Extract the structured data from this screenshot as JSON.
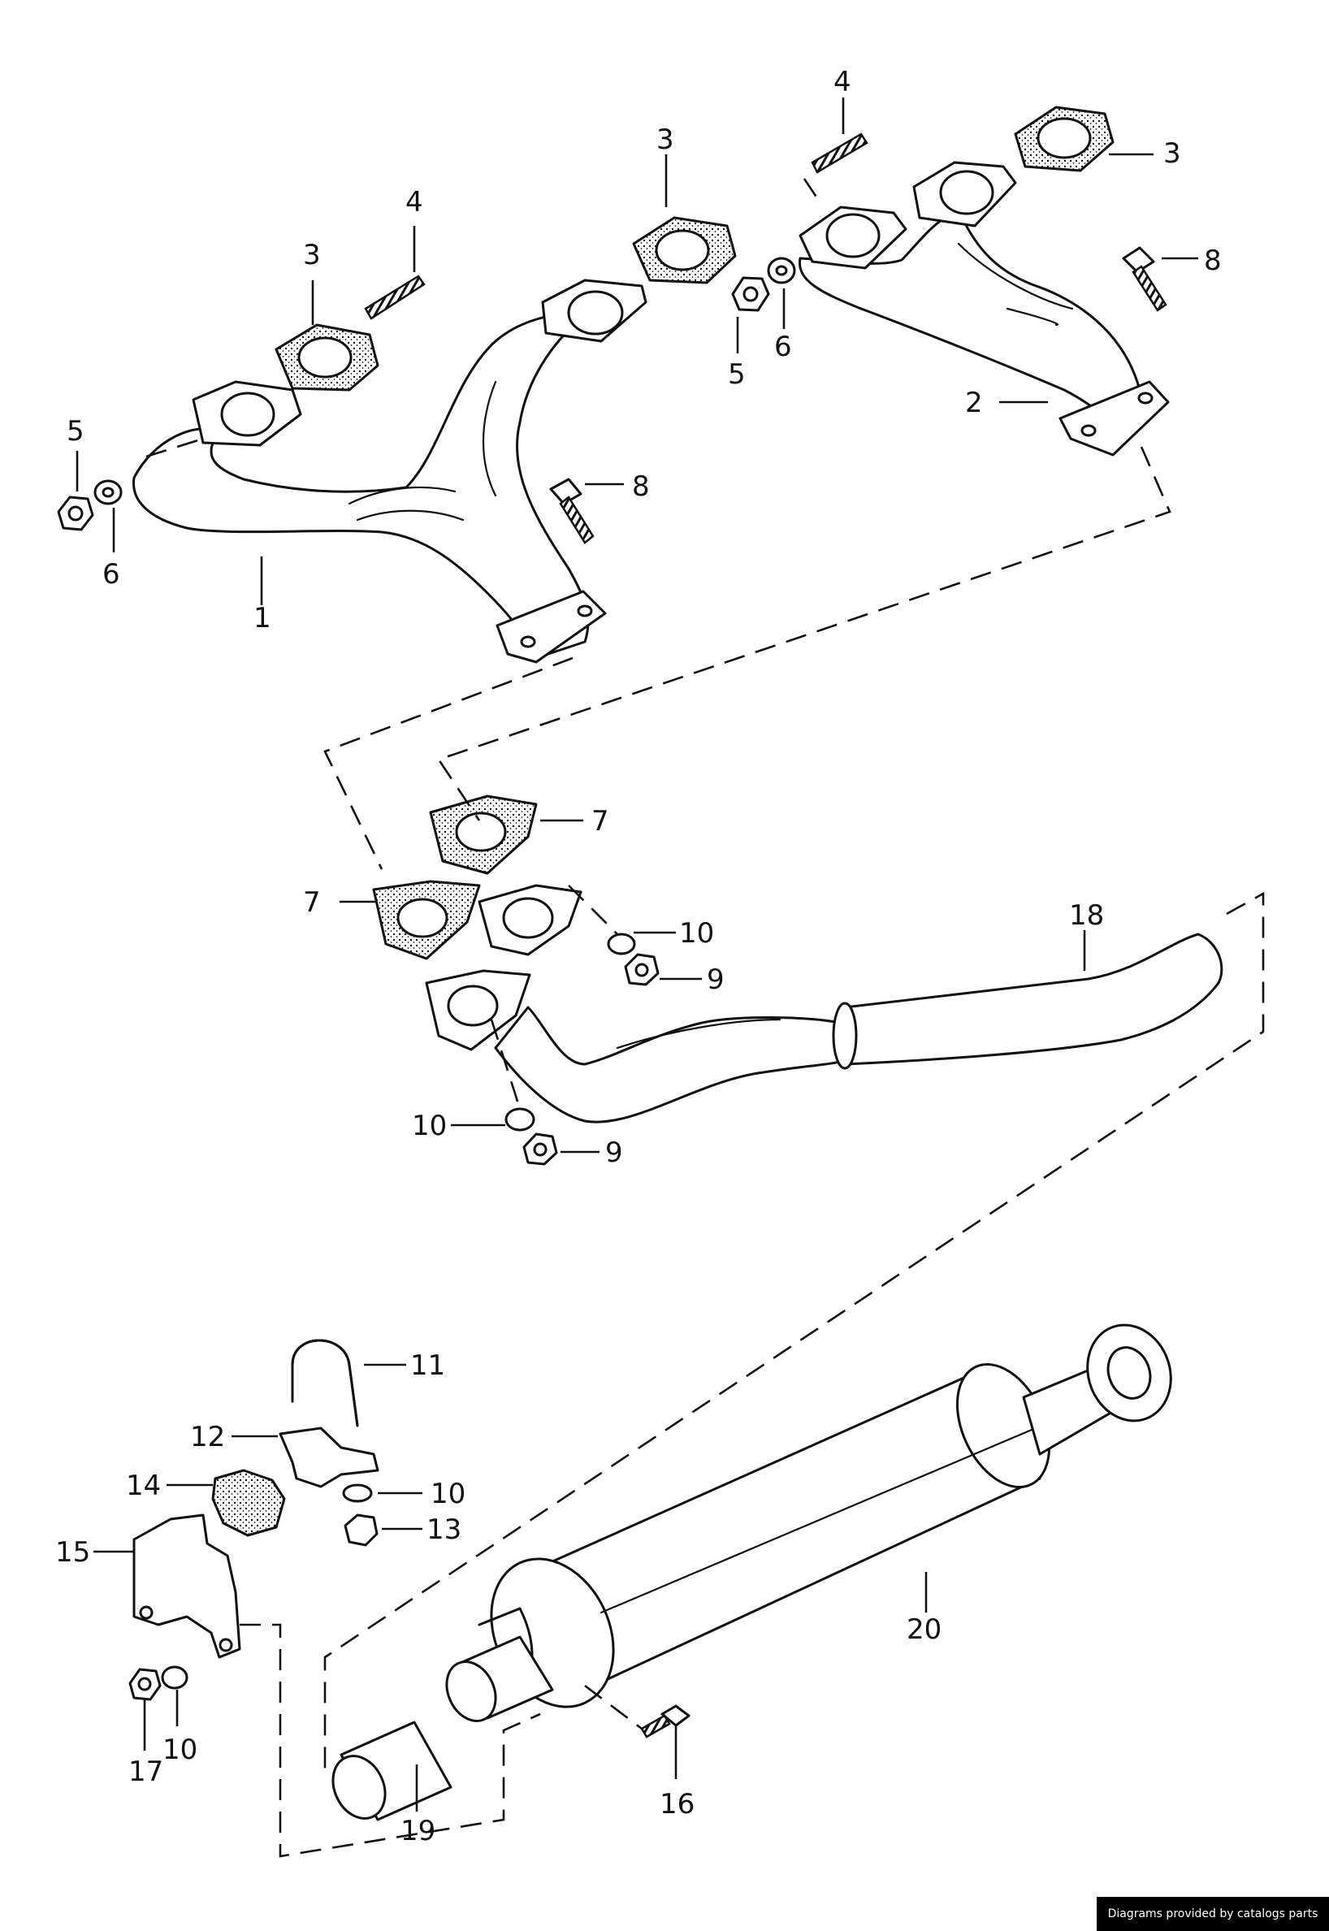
{
  "callouts": {
    "c1": "1",
    "c2": "2",
    "c3": "3",
    "c4": "4",
    "c5": "5",
    "c6": "6",
    "c7": "7",
    "c8": "8",
    "c9": "9",
    "c10": "10",
    "c11": "11",
    "c12": "12",
    "c13": "13",
    "c14": "14",
    "c15": "15",
    "c16": "16",
    "c17": "17",
    "c18": "18",
    "c19": "19",
    "c20": "20"
  },
  "footer": {
    "credit": "Diagrams provided by catalogs parts"
  }
}
